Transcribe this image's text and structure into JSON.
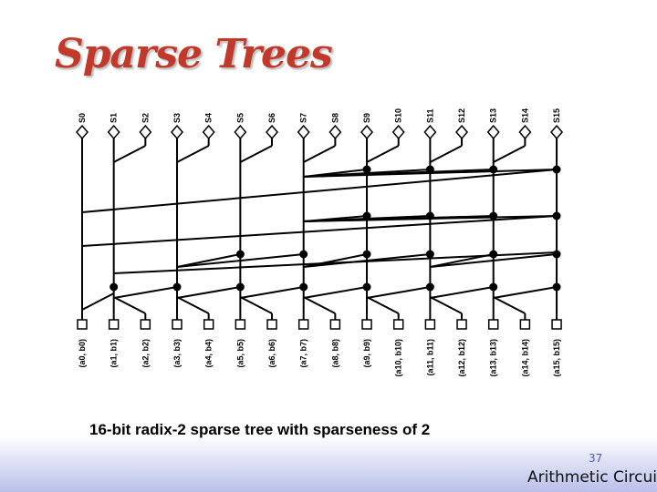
{
  "slide": {
    "title": "Sparse Trees",
    "caption": "16-bit radix-2 sparse tree with sparseness of 2",
    "page_number": "37",
    "footer_label": "Arithmetic Circuits"
  },
  "diagram": {
    "outputs": [
      "S0",
      "S1",
      "S2",
      "S3",
      "S4",
      "S5",
      "S6",
      "S7",
      "S8",
      "S9",
      "S10",
      "S11",
      "S12",
      "S13",
      "S14",
      "S15"
    ],
    "inputs": [
      "(a0, b0)",
      "(a1, b1)",
      "(a2, b2)",
      "(a3, b3)",
      "(a4, b4)",
      "(a5, b5)",
      "(a6, b6)",
      "(a7, b7)",
      "(a8, b8)",
      "(a9, b9)",
      "(a10, b10)",
      "(a11, b11)",
      "(a12, b12)",
      "(a13, b13)",
      "(a14, b14)",
      "(a15, b15)"
    ],
    "colors": {
      "ink": "#000000",
      "title": "#c0392b",
      "footer": "#b9bfe8"
    }
  }
}
